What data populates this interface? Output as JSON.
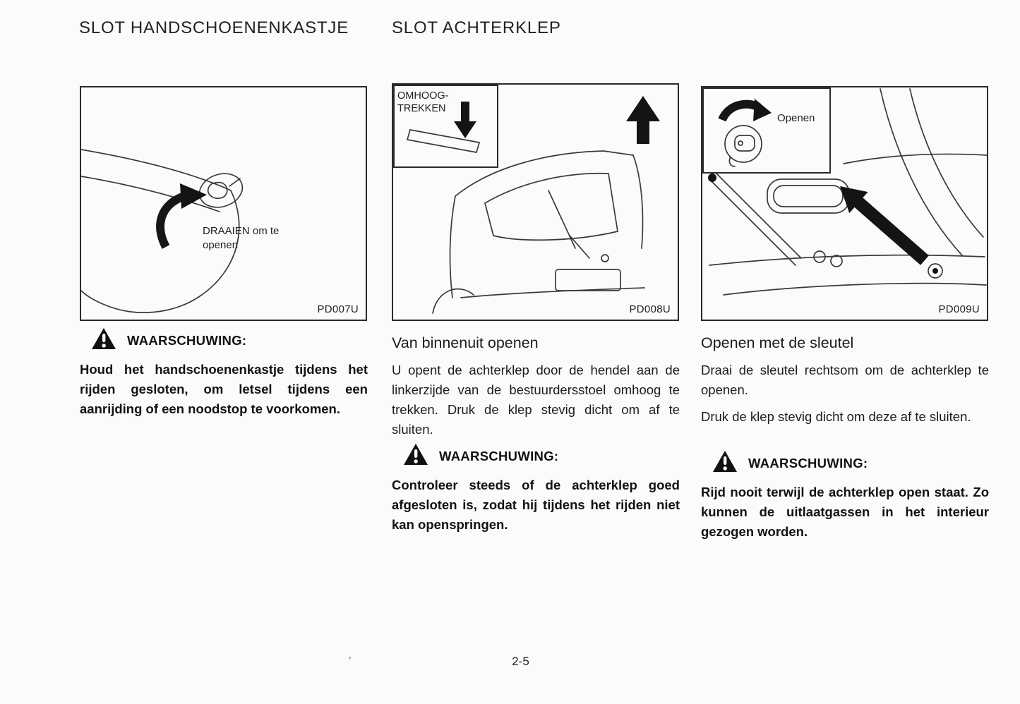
{
  "page": {
    "heading_left": "SLOT HANDSCHOENENKASTJE",
    "heading_right": "SLOT ACHTERKLEP",
    "page_number": "2-5",
    "stray_mark": "’"
  },
  "figures": {
    "fig1": {
      "code": "PD007U",
      "callout_line1": "DRAAIEN om te",
      "callout_line2": "openen"
    },
    "fig2": {
      "code": "PD008U",
      "inset_line1": "OMHOOG-",
      "inset_line2": "TREKKEN"
    },
    "fig3": {
      "code": "PD009U",
      "inset_label": "Openen"
    }
  },
  "columns": {
    "col1": {
      "warning_label": "WAARSCHUWING:",
      "warning_text": "Houd het handschoenenkastje tijdens het rijden gesloten, om letsel tijdens een aanrijding of een noodstop te voorkomen."
    },
    "col2": {
      "heading": "Van binnenuit openen",
      "body": "U opent de achterklep door de hendel aan de linkerzijde van de bestuurdersstoel omhoog te trekken. Druk de klep stevig dicht om af te sluiten.",
      "warning_label": "WAARSCHUWING:",
      "warning_text": "Controleer steeds of de achterklep goed afgesloten is, zodat hij tijdens het rijden niet kan openspringen."
    },
    "col3": {
      "heading": "Openen met de sleutel",
      "body1": "Draai de sleutel rechtsom om de achterklep te openen.",
      "body2": "Druk de klep stevig dicht om deze af te sluiten.",
      "warning_label": "WAARSCHUWING:",
      "warning_text": "Rijd nooit terwijl de achterklep open staat. Zo kunnen de uitlaatgassen in het interieur gezogen worden."
    }
  },
  "colors": {
    "ink": "#1f1f1f",
    "paper": "#fbfbf9"
  }
}
